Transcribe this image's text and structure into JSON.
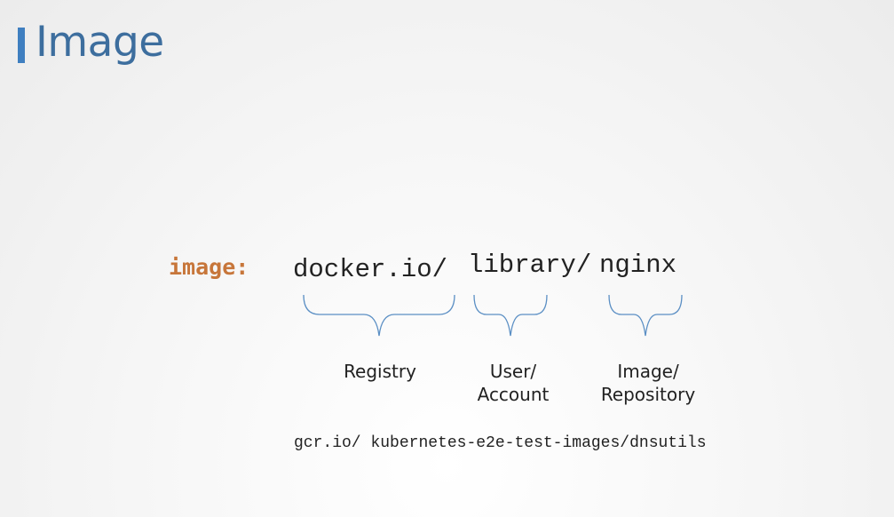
{
  "slide": {
    "title": "Image",
    "key": "image:",
    "parts": {
      "registry": "docker.io/",
      "user": "library/",
      "repo": "nginx"
    },
    "labels": {
      "registry": "Registry",
      "user_line1": "User/",
      "user_line2": "Account",
      "image_line1": "Image/",
      "image_line2": "Repository"
    },
    "example_registry": "gcr.io/",
    "example_path": "kubernetes-e2e-test-images/dnsutils",
    "colors": {
      "accent": "#3f7fc0",
      "title": "#3d6e9e",
      "key": "#c7763a",
      "brace": "#5b8fc4"
    }
  }
}
